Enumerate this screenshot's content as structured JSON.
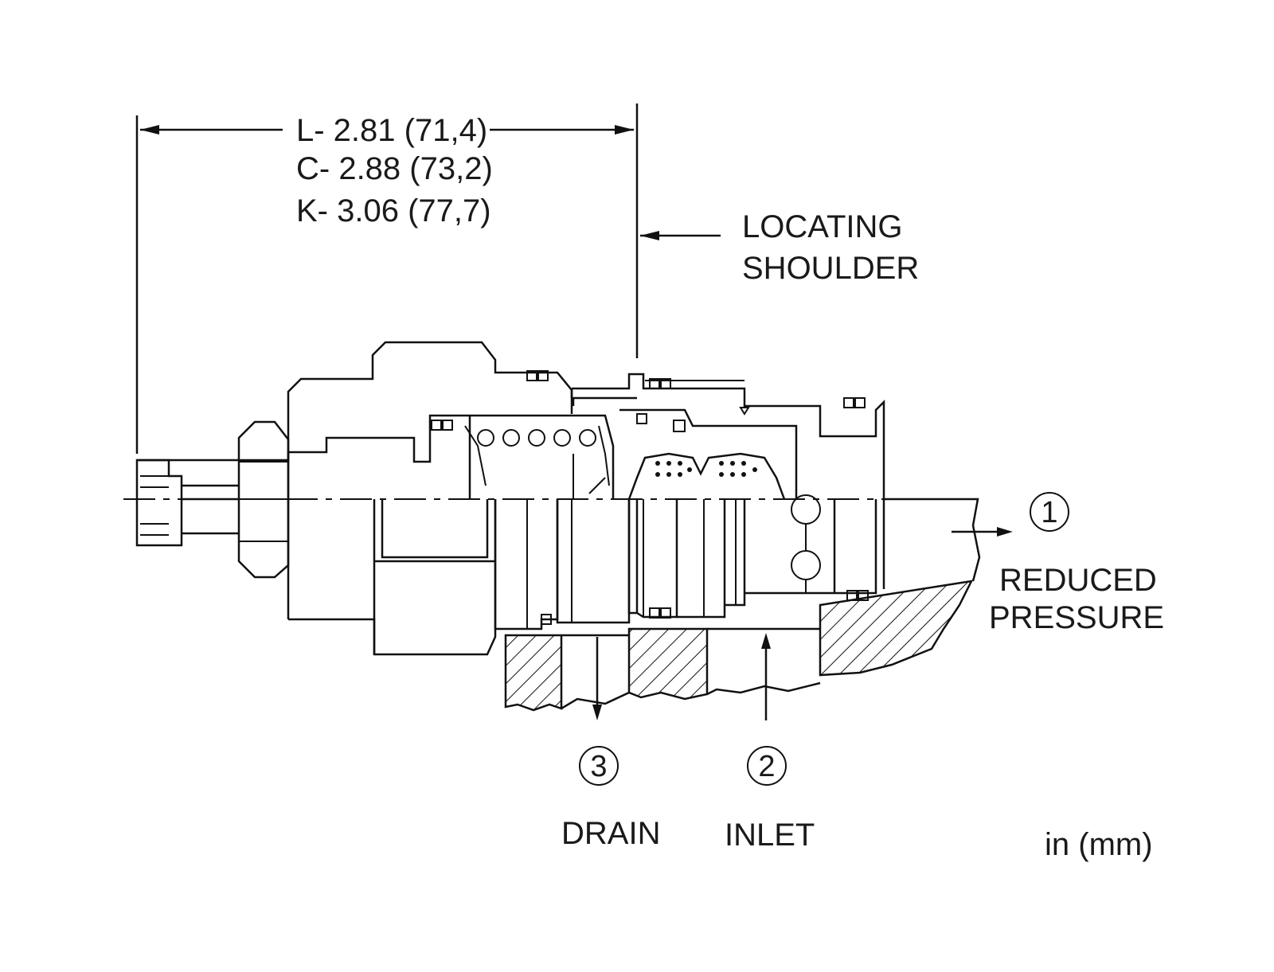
{
  "dimensions": {
    "line1": "L- 2.81 (71,4)",
    "line2": "C- 2.88 (73,2)",
    "line3": "K- 3.06 (77,7)"
  },
  "labels": {
    "locating_line1": "LOCATING",
    "locating_line2": "SHOULDER",
    "reduced_line1": "REDUCED",
    "reduced_line2": "PRESSURE",
    "drain": "DRAIN",
    "inlet": "INLET",
    "units": "in (mm)"
  },
  "ports": {
    "port1": "1",
    "port2": "2",
    "port3": "3"
  }
}
